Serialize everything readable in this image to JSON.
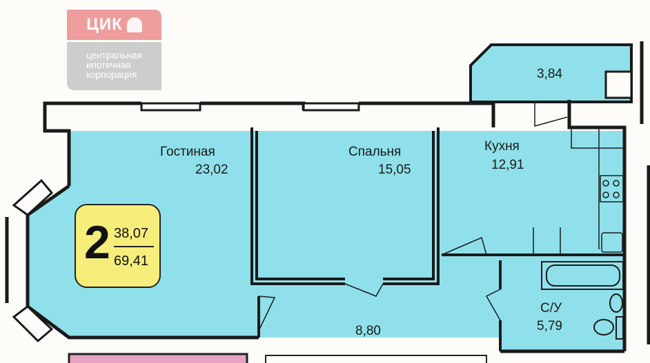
{
  "logo": {
    "brand": "ЦИК",
    "lines": [
      "центральная",
      "ипотечная",
      "корпорация"
    ]
  },
  "colors": {
    "room": "#8fe0ea",
    "badge": "#f6ed7a",
    "wall": "#1a1a1a",
    "logo_red": "#ee9d9c",
    "logo_gray": "#cdcdcd"
  },
  "apartment": {
    "rooms_count": "2",
    "living_area": "38,07",
    "total_area": "69,41"
  },
  "rooms": [
    {
      "name": "Гостиная",
      "area": "23,02"
    },
    {
      "name": "Спальня",
      "area": "15,05"
    },
    {
      "name": "Кухня",
      "area": "12,91"
    },
    {
      "name": "С/У",
      "area": "5,79"
    },
    {
      "name": "",
      "area": "3,84"
    },
    {
      "name": "",
      "area": "8,80"
    }
  ]
}
